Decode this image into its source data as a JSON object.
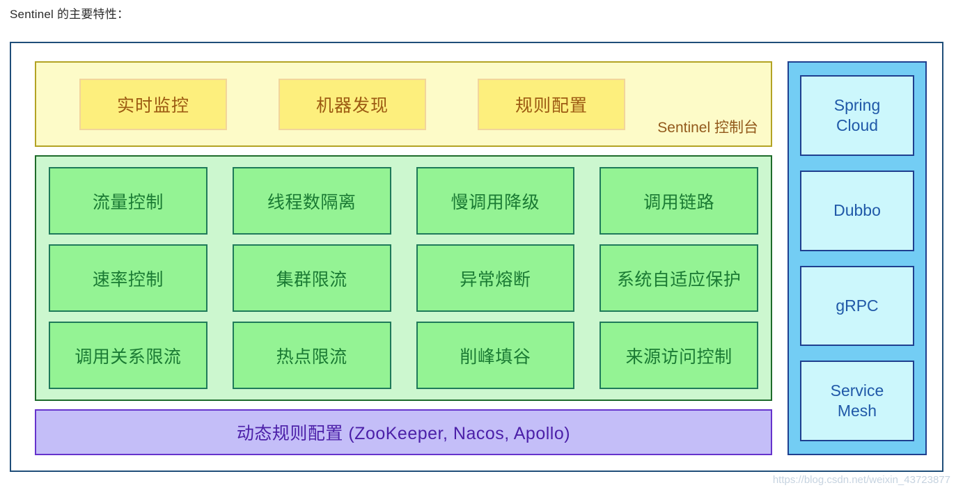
{
  "heading": "Sentinel 的主要特性：",
  "dashboard": {
    "label": "Sentinel 控制台",
    "boxes": [
      {
        "label": "实时监控"
      },
      {
        "label": "机器发现"
      },
      {
        "label": "规则配置"
      }
    ]
  },
  "core": {
    "rows": [
      [
        {
          "label": "流量控制"
        },
        {
          "label": "线程数隔离"
        },
        {
          "label": "慢调用降级"
        },
        {
          "label": "调用链路"
        }
      ],
      [
        {
          "label": "速率控制"
        },
        {
          "label": "集群限流"
        },
        {
          "label": "异常熔断"
        },
        {
          "label": "系统自适应保护"
        }
      ],
      [
        {
          "label": "调用关系限流"
        },
        {
          "label": "热点限流"
        },
        {
          "label": "削峰填谷"
        },
        {
          "label": "来源访问控制"
        }
      ]
    ]
  },
  "datasource": {
    "label": "动态规则配置 (ZooKeeper, Nacos, Apollo)"
  },
  "adapters": {
    "boxes": [
      {
        "label": "Spring\nCloud"
      },
      {
        "label": "Dubbo"
      },
      {
        "label": "gRPC"
      },
      {
        "label": "Service\nMesh"
      }
    ]
  },
  "watermark": "https://blog.csdn.net/weixin_43723877",
  "colors": {
    "frame_border": "#1f4e79",
    "dashboard_bg": "#fdfbc8",
    "dashboard_border": "#b3a324",
    "dashboard_box_bg": "#fdef7d",
    "dashboard_text": "#9c5a12",
    "core_bg": "#ccf7cf",
    "core_border": "#1e6b2b",
    "core_box_bg": "#94f394",
    "core_text": "#1a7a33",
    "datasource_bg": "#c4bef8",
    "datasource_border": "#6633cc",
    "datasource_text": "#4b1fa8",
    "adapter_bg": "#73cdf4",
    "adapter_border": "#1f3f8f",
    "adapter_box_bg": "#ccf7fc",
    "adapter_text": "#2059a8"
  }
}
